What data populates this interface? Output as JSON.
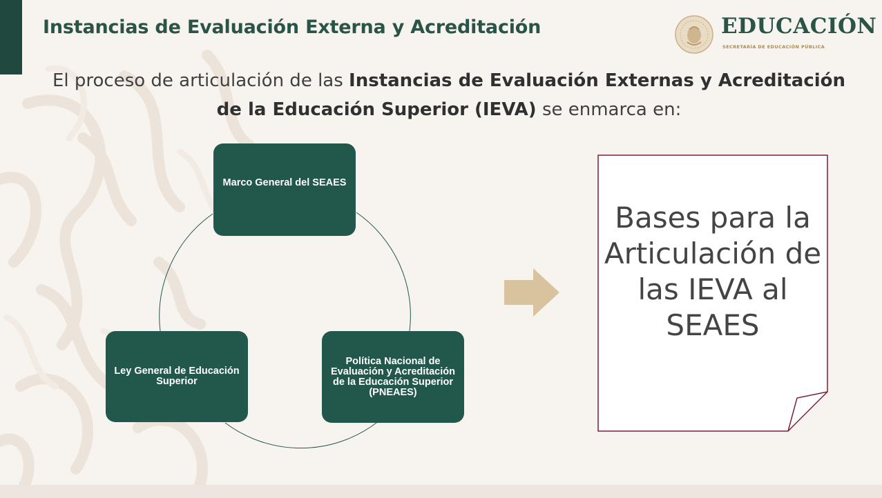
{
  "slide": {
    "title": "Instancias de Evaluación Externa y Acreditación",
    "logo": {
      "wordmark": "EDUCACIÓN",
      "subtitle": "SECRETARÍA DE EDUCACIÓN PÚBLICA",
      "seal_icon": "national-seal-icon"
    },
    "intro": {
      "part1": "El proceso de articulación de las ",
      "bold": "Instancias de Evaluación Externas y Acreditación de la Educación Superior (IEVA)",
      "part2": " se enmarca en:"
    },
    "cycle": {
      "top": "Marco General del SEAES",
      "right": "Política Nacional de Evaluación y Acreditación de la Educación Superior (PNEAES)",
      "left": "Ley General de Educación Superior"
    },
    "arrow_icon": "right-arrow-icon",
    "document_text": "Bases para la Articulación de las IEVA al SEAES"
  },
  "colors": {
    "primary_green": "#21584b",
    "title_green": "#2a5448",
    "accent_gold": "#d9c29e",
    "doc_border": "#7b1e3a",
    "background": "#f7f3ee"
  }
}
